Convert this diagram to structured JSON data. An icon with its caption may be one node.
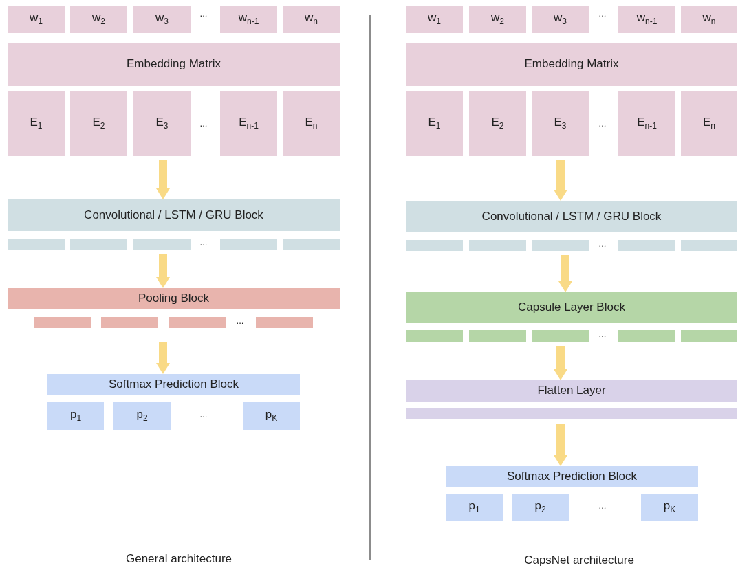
{
  "diagram": {
    "nodes": [
      {
        "text": [
          "w$_{1}$"
        ]
      },
      {
        "text": [
          "w$_{2}$"
        ]
      },
      {
        "text": [
          "w$_{3}$"
        ]
      },
      {
        "text": [
          "w$_{n-1}$"
        ]
      },
      {
        "text": [
          "w$_{n}$"
        ]
      },
      {
        "text": [
          "Embedding Matrix"
        ]
      },
      {
        "text": [
          "E$_{1}$"
        ]
      },
      {
        "text": [
          "E$_{2}$"
        ]
      },
      {
        "text": [
          "E$_{3}$"
        ]
      },
      {
        "text": [
          "E$_{n-1}$"
        ]
      },
      {
        "text": [
          "E$_{n}$"
        ]
      },
      {
        "text": [
          "Convolutional / LSTM / GRU Block"
        ]
      },
      {
        "text": [],
        "shape": "bar"
      },
      {
        "text": [],
        "shape": "bar"
      },
      {
        "text": [],
        "shape": "bar"
      },
      {
        "text": [],
        "shape": "bar"
      },
      {
        "text": [],
        "shape": "bar"
      },
      {
        "text": [
          "Pooling Block"
        ]
      },
      {
        "text": [],
        "shape": "bar"
      },
      {
        "text": [],
        "shape": "bar"
      },
      {
        "text": [],
        "shape": "bar"
      },
      {
        "text": [],
        "shape": "bar"
      },
      {
        "text": [
          "Softmax Prediction Block"
        ]
      },
      {
        "text": [
          "p$_{1}$"
        ]
      },
      {
        "text": [
          "p$_{2}$"
        ]
      },
      {
        "text": [
          "p$_{K}$"
        ]
      },
      {
        "text": [
          "w$_{1}$"
        ]
      },
      {
        "text": [
          "w$_{2}$"
        ]
      },
      {
        "text": [
          "w$_{3}$"
        ]
      },
      {
        "text": [
          "w$_{n-1}$"
        ]
      },
      {
        "text": [
          "w$_{n}$"
        ]
      },
      {
        "text": [
          "Embedding Matrix"
        ]
      },
      {
        "text": [
          "E$_{1}$"
        ]
      },
      {
        "text": [
          "E$_{2}$"
        ]
      },
      {
        "text": [
          "E$_{3}$"
        ]
      },
      {
        "text": [
          "E$_{n-1}$"
        ]
      },
      {
        "text": [
          "E$_{n}$"
        ]
      },
      {
        "text": [
          "Convolutional / LSTM / GRU Block"
        ]
      },
      {
        "text": [],
        "shape": "bar"
      },
      {
        "text": [],
        "shape": "bar"
      },
      {
        "text": [],
        "shape": "bar"
      },
      {
        "text": [],
        "shape": "bar"
      },
      {
        "text": [],
        "shape": "bar"
      },
      {
        "text": [
          "Capsule Layer Block"
        ]
      },
      {
        "text": [],
        "shape": "bar"
      },
      {
        "text": [],
        "shape": "bar"
      },
      {
        "text": [],
        "shape": "bar"
      },
      {
        "text": [],
        "shape": "bar"
      },
      {
        "text": [],
        "shape": "bar"
      },
      {
        "text": [
          "Flatten Layer"
        ]
      },
      {
        "text": [],
        "shape": "bar"
      },
      {
        "text": [
          "Softmax Prediction Block"
        ]
      },
      {
        "text": [
          "p$_{1}$"
        ]
      },
      {
        "text": [
          "p$_{2}$"
        ]
      },
      {
        "text": [
          "p$_{K}$"
        ]
      }
    ],
    "edges": [
      {
        "from": 8,
        "to": 11,
        "arrow": "to"
      },
      {
        "from": 14,
        "to": 17,
        "arrow": "to"
      },
      {
        "from": null,
        "to": 22,
        "arrow": "to"
      },
      {
        "from": 34,
        "to": 37,
        "arrow": "to"
      },
      {
        "from": 40,
        "to": 43,
        "arrow": "to"
      },
      {
        "from": 46,
        "to": 49,
        "arrow": "to"
      },
      {
        "from": 50,
        "to": 51,
        "arrow": "to"
      }
    ],
    "labels": [
      "...",
      "...",
      "...",
      "...",
      "...",
      "...",
      "...",
      "...",
      "...",
      "...",
      "General architecture",
      "CapsNet architecture"
    ]
  }
}
